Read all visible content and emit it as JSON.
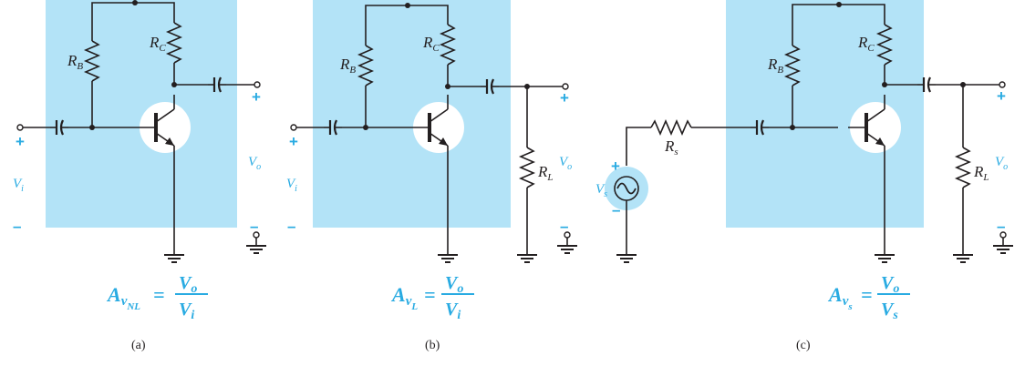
{
  "colors": {
    "block": "#b3e3f7",
    "accent": "#29abe2",
    "wire": "#231f20"
  },
  "labels": {
    "rb": "R",
    "rb_sub": "B",
    "rc": "R",
    "rc_sub": "C",
    "rl": "R",
    "rl_sub": "L",
    "rs": "R",
    "rs_sub": "s",
    "vi": "V",
    "vi_sub": "i",
    "vo": "V",
    "vo_sub": "o",
    "vs": "V",
    "vs_sub": "s",
    "plus": "+",
    "minus": "–"
  },
  "equations": {
    "a": {
      "A": "A",
      "sub1": "v",
      "sub2": "NL",
      "eq": "=",
      "num": "V",
      "num_sub": "o",
      "den": "V",
      "den_sub": "i"
    },
    "b": {
      "A": "A",
      "sub1": "v",
      "sub2": "L",
      "eq": "=",
      "num": "V",
      "num_sub": "o",
      "den": "V",
      "den_sub": "i"
    },
    "c": {
      "A": "A",
      "sub1": "v",
      "sub2": "s",
      "eq": "=",
      "num": "V",
      "num_sub": "o",
      "den": "V",
      "den_sub": "s"
    }
  },
  "captions": {
    "a": "(a)",
    "b": "(b)",
    "c": "(c)"
  }
}
